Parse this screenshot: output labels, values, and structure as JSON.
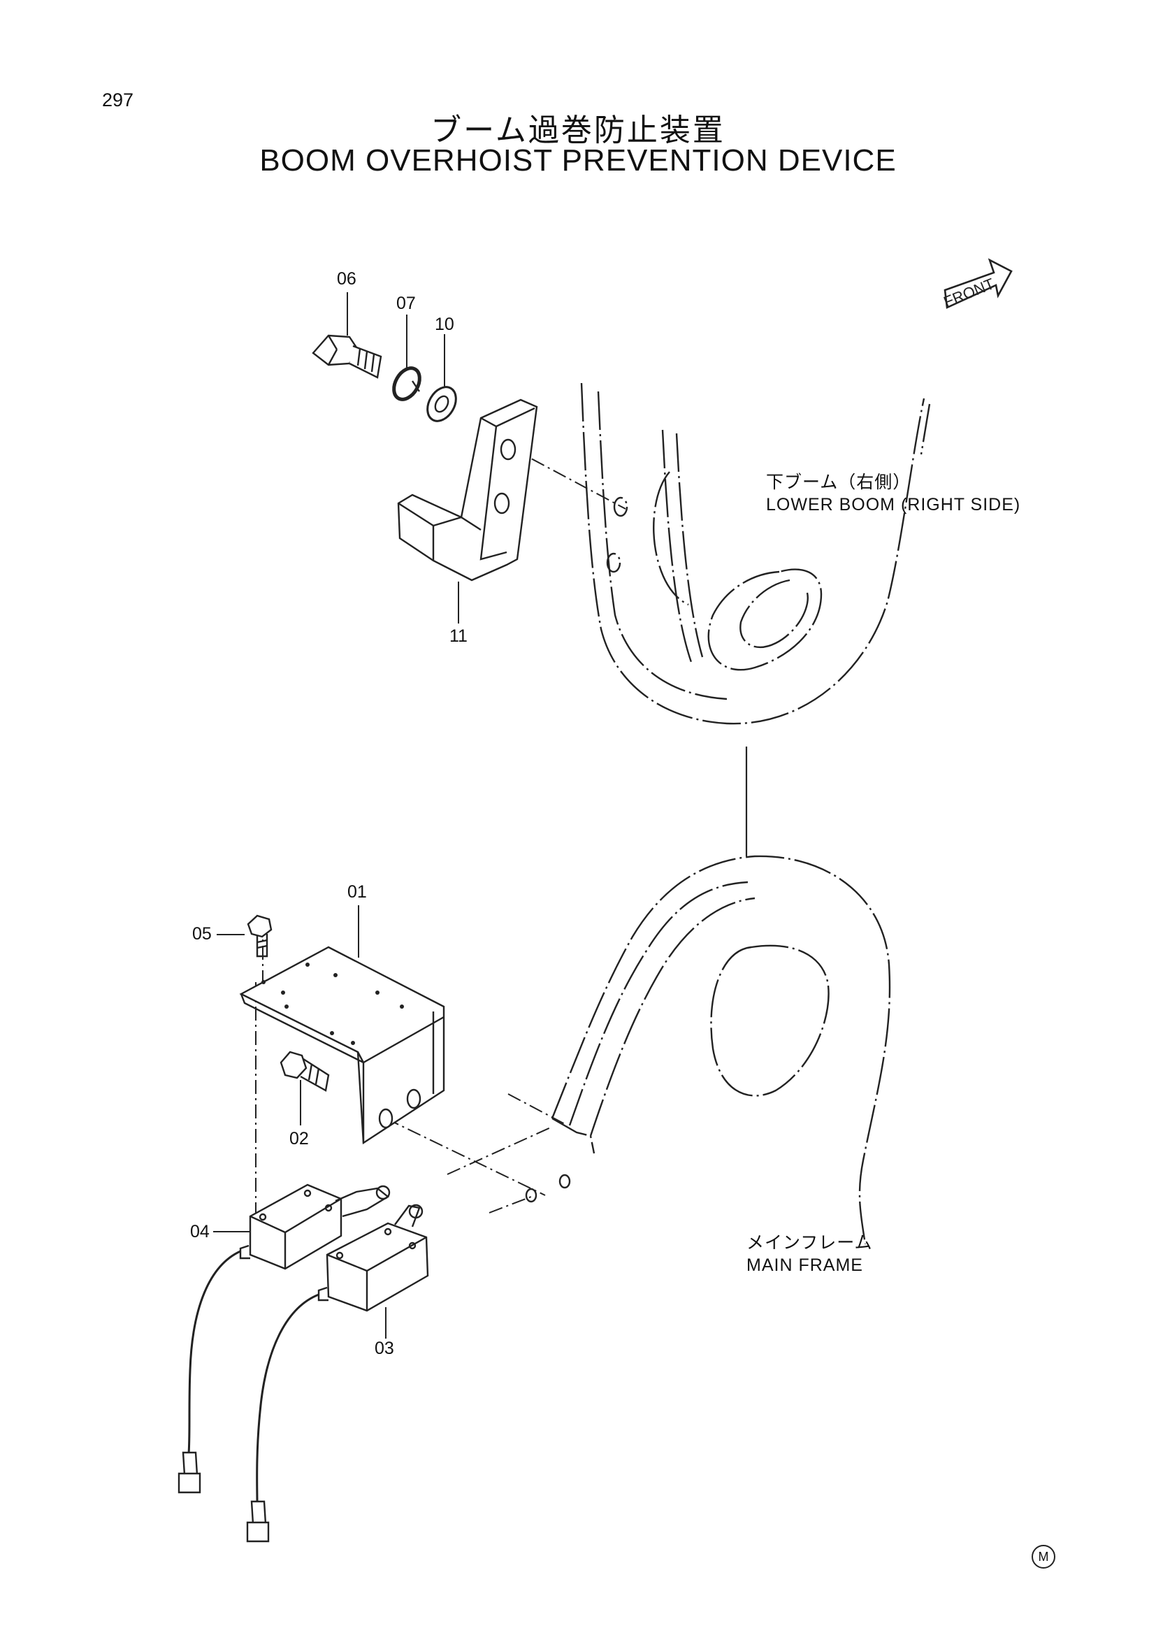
{
  "page_number": "297",
  "title_ja": "ブーム過巻防止装置",
  "title_en": "BOOM OVERHOIST PREVENTION DEVICE",
  "front_label": "FRONT",
  "callouts": {
    "p01": "01",
    "p02": "02",
    "p03": "03",
    "p04": "04",
    "p05": "05",
    "p06": "06",
    "p07": "07",
    "p10": "10",
    "p11": "11"
  },
  "annotations": {
    "lower_boom_ja": "下ブーム（右側）",
    "lower_boom_en": "LOWER BOOM (RIGHT SIDE)",
    "main_frame_ja": "メインフレーム",
    "main_frame_en": "MAIN FRAME"
  },
  "corner_mark": "M"
}
